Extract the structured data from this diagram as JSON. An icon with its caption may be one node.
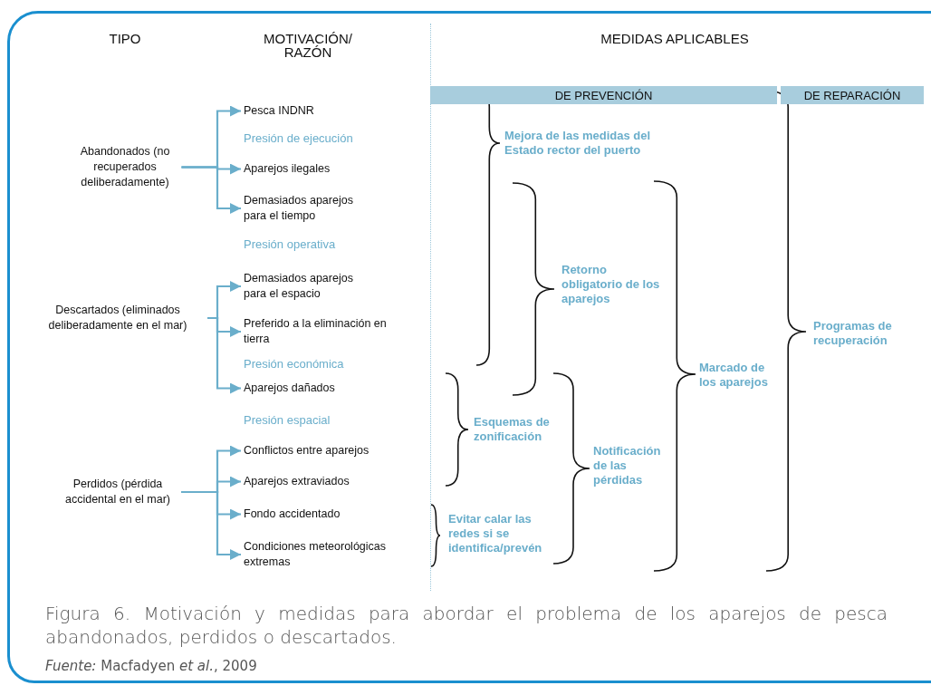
{
  "diagram": {
    "caption": "Figura 6. Motivación y medidas para abordar el problema de los aparejos de pesca abandonados, perdidos o descartados.",
    "nodes": [
      {
        "text": [
          "Abandonados (no recuperados deliberadamente)"
        ]
      },
      {
        "text": [
          "Pesca INDNR"
        ]
      },
      {
        "text": [
          "Aparejos ilegales"
        ]
      },
      {
        "text": [
          "Demasiados aparejos para el tiempo"
        ]
      },
      {
        "text": [
          "Descartados (eliminados deliberadamente en el mar)"
        ]
      },
      {
        "text": [
          "Demasiados aparejos para el espacio"
        ]
      },
      {
        "text": [
          "Preferido a la eliminación en tierra"
        ]
      },
      {
        "text": [
          "Aparejos dañados"
        ]
      },
      {
        "text": [
          "Perdidos (pérdida accidental en el mar)"
        ]
      },
      {
        "text": [
          "Conflictos entre aparejos"
        ]
      },
      {
        "text": [
          "Aparejos extraviados"
        ]
      },
      {
        "text": [
          "Fondo accidentado"
        ]
      },
      {
        "text": [
          "Condiciones meteorológicas extremas"
        ]
      },
      {
        "text": [
          "DE PREVENCIÓN"
        ]
      },
      {
        "text": [
          "DE REPARACIÓN"
        ]
      }
    ],
    "edges": [
      {
        "from": 0,
        "to": 1,
        "arrow": "to"
      },
      {
        "from": 0,
        "to": 2,
        "arrow": "to"
      },
      {
        "from": 0,
        "to": 3,
        "arrow": "to"
      },
      {
        "from": 4,
        "to": 5,
        "arrow": "to"
      },
      {
        "from": 4,
        "to": 6,
        "arrow": "to"
      },
      {
        "from": 4,
        "to": 7,
        "arrow": "to"
      },
      {
        "from": 8,
        "to": 9,
        "arrow": "to"
      },
      {
        "from": 8,
        "to": 10,
        "arrow": "to"
      },
      {
        "from": 8,
        "to": 11,
        "arrow": "to"
      },
      {
        "from": 8,
        "to": 12,
        "arrow": "to"
      }
    ],
    "labels": [
      "TIPO",
      "MOTIVACIÓN/ RAZÓN",
      "MEDIDAS APLICABLES",
      "Presión de ejecución",
      "Presión operativa",
      "Presión económica",
      "Presión espacial",
      "Mejora de las medidas del Estado rector del puerto",
      "Retorno obligatorio de los aparejos",
      "Esquemas de zonificación",
      "Evitar calar las redes si se identifica/prevén",
      "Notificación de las pérdidas",
      "Marcado de los aparejos",
      "Programas de recuperación",
      "*Fuente:* Macfadyen *et al.*, 2009"
    ]
  }
}
